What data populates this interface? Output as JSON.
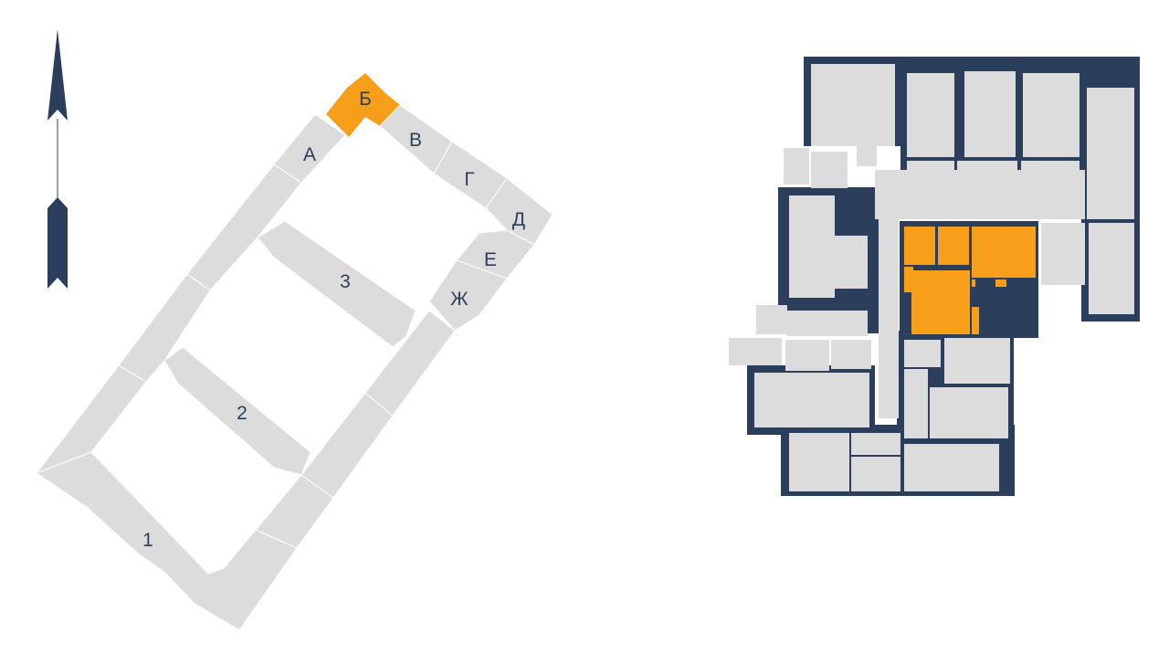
{
  "compass": {
    "icon": "north-arrow-icon"
  },
  "site_plan": {
    "sections": [
      {
        "id": "1",
        "label": "1",
        "selected": false
      },
      {
        "id": "2",
        "label": "2",
        "selected": false
      },
      {
        "id": "3",
        "label": "3",
        "selected": false
      },
      {
        "id": "А",
        "label": "А",
        "selected": false
      },
      {
        "id": "Б",
        "label": "Б",
        "selected": true
      },
      {
        "id": "В",
        "label": "В",
        "selected": false
      },
      {
        "id": "Г",
        "label": "Г",
        "selected": false
      },
      {
        "id": "Д",
        "label": "Д",
        "selected": false
      },
      {
        "id": "Е",
        "label": "Е",
        "selected": false
      },
      {
        "id": "Ж",
        "label": "Ж",
        "selected": false
      }
    ]
  },
  "floor_plan": {
    "selected_apartment": "highlighted"
  },
  "colors": {
    "accent": "#f79e1b",
    "building": "#dcdcdc",
    "wall": "#2b3f5c"
  }
}
